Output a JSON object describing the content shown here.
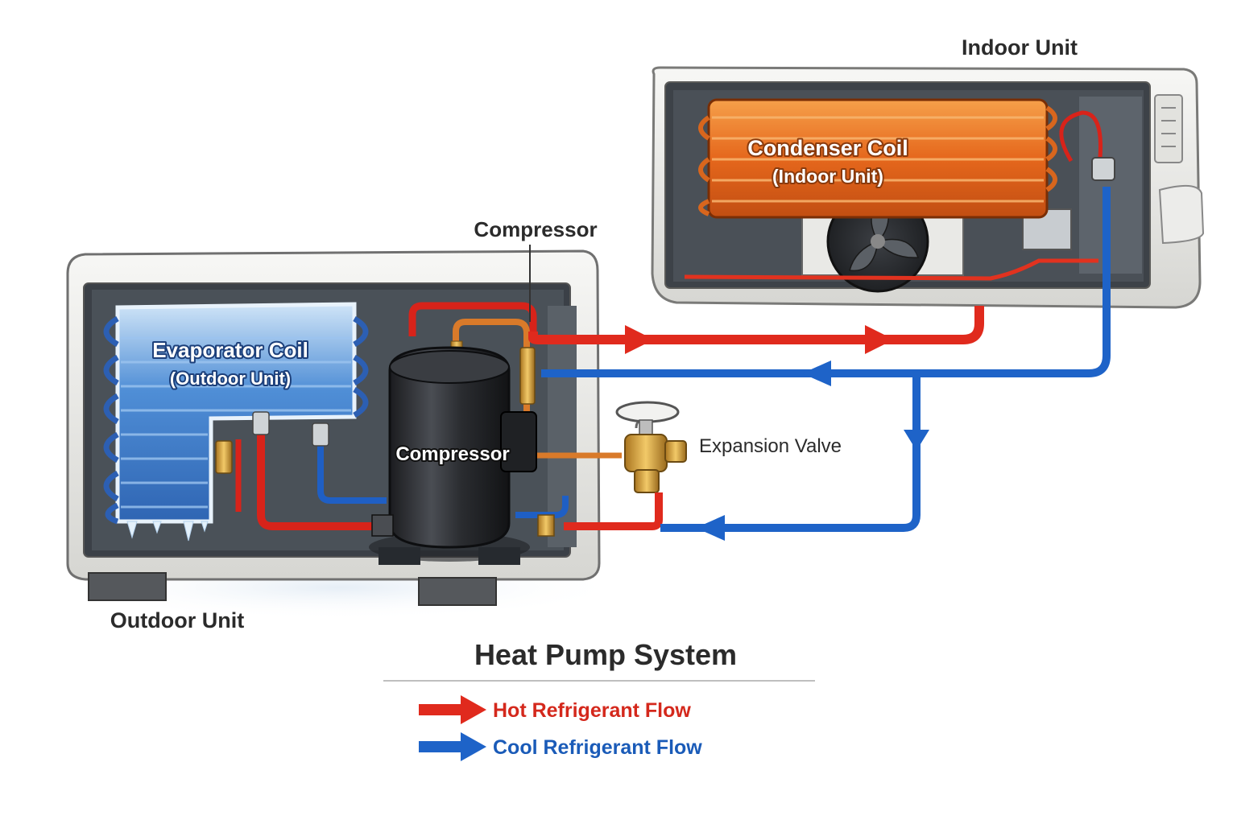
{
  "labels": {
    "indoor_unit": "Indoor Unit",
    "outdoor_unit": "Outdoor Unit",
    "compressor_callout": "Compressor",
    "compressor_body": "Compressor",
    "condenser_title": "Condenser Coil",
    "condenser_sub": "(Indoor Unit)",
    "evaporator_title": "Evaporator Coil",
    "evaporator_sub": "(Outdoor Unit)",
    "expansion_valve": "Expansion Valve"
  },
  "title": "Heat Pump System",
  "legend": {
    "hot": "Hot Refrigerant Flow",
    "cool": "Cool Refrigerant Flow"
  },
  "colors": {
    "hot": "#e02a1d",
    "cool": "#1e63c8",
    "copper": "#e07a25",
    "housing": "#efefed",
    "compressor": "#2a2c30"
  }
}
